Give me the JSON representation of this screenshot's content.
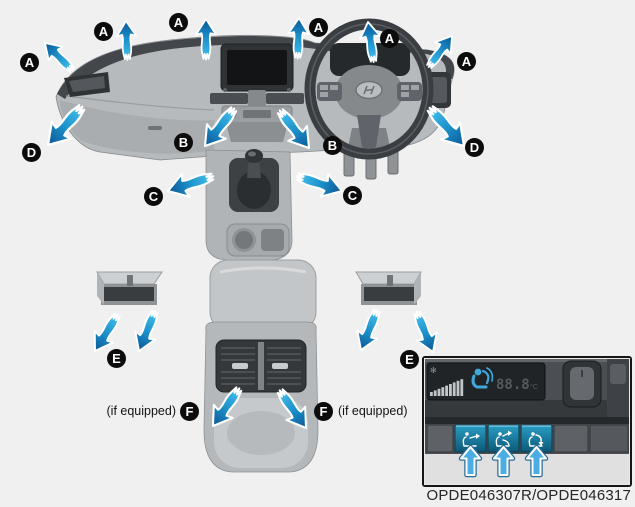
{
  "figure": {
    "type": "car-owners-manual-airflow-diagram",
    "caption": "OPDE046307R/OPDE046317",
    "if_equipped_note": "(if equipped)",
    "background_color": "#f0f0f0"
  },
  "vent_labels": {
    "A": "A",
    "B": "B",
    "C": "C",
    "D": "D",
    "E": "E",
    "F": "F"
  },
  "colors": {
    "airflow_arrow_light": "#47c3f0",
    "airflow_arrow_dark": "#0b5795",
    "badge_background": "#0c0c0c",
    "mode_button_teal": "#1b87ad",
    "inset_selection_arrow_blue": "#4aade3"
  },
  "icons": {
    "airflow_arrow": "curved-blue-airflow-arrow",
    "fan_speed_display": "fan-speed-bar-graph",
    "fan_glyph": "✻",
    "climate_display_person": "seated-person-with-airflow-icon",
    "mode_button_icons": [
      "air-to-face",
      "air-to-face-and-floor",
      "air-to-floor"
    ],
    "selection_arrow": "up-block-arrow"
  },
  "inset": {
    "name": "climate-control-panel-inset",
    "display": {
      "temperature": "88.8",
      "temperature_unit": "°C"
    }
  }
}
